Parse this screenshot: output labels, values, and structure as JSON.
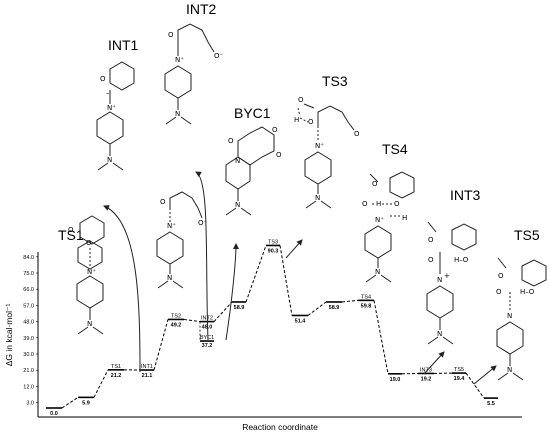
{
  "axes": {
    "y_title": "ΔG in kcal·mol⁻¹",
    "x_title": "Reaction coordinate",
    "y_ticks": [
      "3.0",
      "12.0",
      "21.0",
      "30.0",
      "39.0",
      "48.0",
      "57.0",
      "66.0",
      "75.0",
      "84.0"
    ]
  },
  "species_labels": {
    "TS1": "TS1",
    "INT1": "INT1",
    "INT2": "INT2",
    "BYC1": "BYC1",
    "TS3": "TS3",
    "TS4": "TS4",
    "INT3": "INT3",
    "TS5": "TS5"
  },
  "levels": [
    {
      "id": "start",
      "label": "",
      "value": "0.0",
      "t": 0
    },
    {
      "id": "l1",
      "label": "",
      "value": "5.9",
      "t": 5.9
    },
    {
      "id": "ts1",
      "label": "TS1",
      "value": "21.2",
      "t": 21.2
    },
    {
      "id": "int1",
      "label": "INT1",
      "value": "21.1",
      "t": 21.1
    },
    {
      "id": "ts2",
      "label": "TS2",
      "value": "49.2",
      "t": 49.2
    },
    {
      "id": "int2",
      "label": "INT2",
      "value": "48.0",
      "t": 48.0
    },
    {
      "id": "byc1",
      "label": "BYC1",
      "value": "37.2",
      "t": 37.2
    },
    {
      "id": "l2",
      "label": "",
      "value": "58.9",
      "t": 58.9
    },
    {
      "id": "ts3",
      "label": "TS3",
      "value": "90.3",
      "t": 90.3
    },
    {
      "id": "l3",
      "label": "",
      "value": "51.4",
      "t": 51.4
    },
    {
      "id": "l4",
      "label": "",
      "value": "58.9",
      "t": 58.9
    },
    {
      "id": "ts4",
      "label": "TS4",
      "value": "59.8",
      "t": 59.8
    },
    {
      "id": "l5",
      "label": "",
      "value": "19.0",
      "t": 19.0
    },
    {
      "id": "int3",
      "label": "INT3",
      "value": "19.2",
      "t": 19.2
    },
    {
      "id": "ts5",
      "label": "TS5",
      "value": "19.4",
      "t": 19.4
    },
    {
      "id": "end",
      "label": "",
      "value": "5.5",
      "t": 5.5
    }
  ],
  "atoms": {
    "O": "O",
    "O_minus": "O⁻",
    "N": "N",
    "N_plus": "N⁺",
    "H": "H",
    "H_O": "H–O",
    "minus": "–",
    "plus": "+"
  }
}
